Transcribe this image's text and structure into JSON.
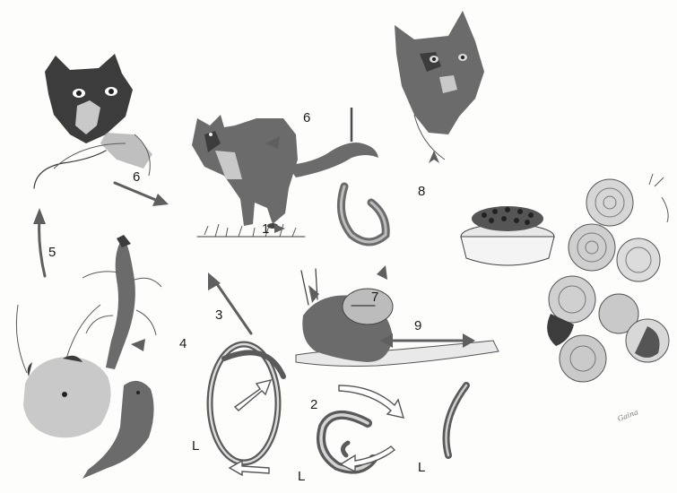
{
  "diagram": {
    "stage_labels": {
      "s2": "2",
      "s3": "3",
      "s4": "4",
      "s5": "5",
      "s6a": "6",
      "s6b": "6",
      "s7": "7",
      "s8": "8",
      "s9": "9",
      "s1": "1"
    },
    "larva_labels": {
      "l1": "L",
      "l2": "L",
      "l3": "L"
    },
    "signature": "Gaina"
  },
  "colors": {
    "ink": "#3a3a3a",
    "arrow_gray": "#5f5f5f",
    "paper": "#fdfdfc"
  }
}
